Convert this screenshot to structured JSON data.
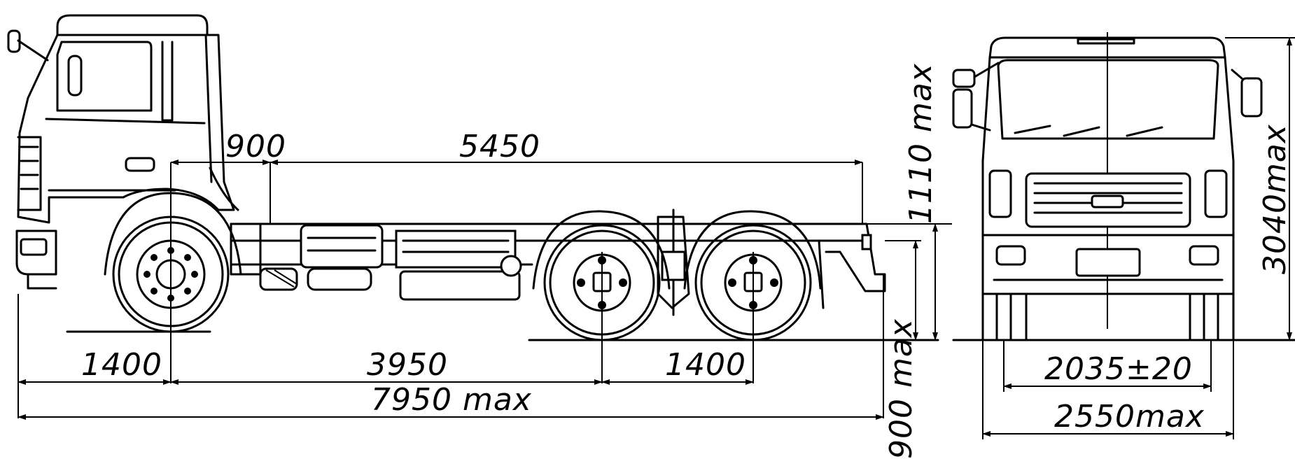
{
  "dimensions": {
    "front_overhang_top": "900",
    "body_length": "5450",
    "front_overhang": "1400",
    "wheelbase": "3950",
    "tandem_spacing": "1400",
    "overall_length": "7950 max",
    "frame_height": "1110 max",
    "rear_height": "900 max",
    "overall_height": "3040max",
    "track_width": "2035±20",
    "overall_width": "2550max"
  }
}
